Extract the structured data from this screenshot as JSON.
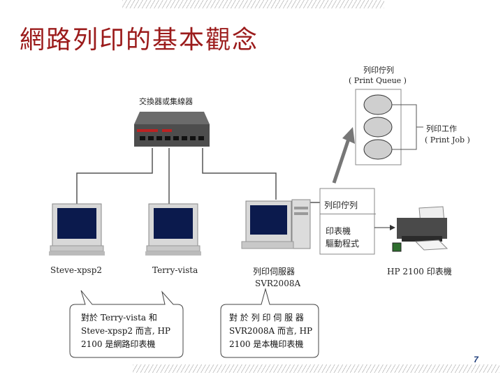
{
  "title": "網路列印的基本觀念",
  "switch_label": "交換器或集線器",
  "queue": {
    "label_zh": "列印佇列",
    "label_en": "( Print  Queue )"
  },
  "job": {
    "label_zh": "列印工作",
    "label_en": "( Print Job )"
  },
  "server_box": {
    "queue": "列印佇列",
    "driver_line1": "印表機",
    "driver_line2": "驅動程式"
  },
  "clients": [
    {
      "name": "Steve-xpsp2"
    },
    {
      "name": "Terry-vista"
    }
  ],
  "server": {
    "role": "列印伺服器",
    "name": "SVR2008A"
  },
  "printer_label": "HP  2100  印表機",
  "callout_left": {
    "line1": "對於  Terry-vista  和",
    "line2": "Steve-xpsp2  而言, HP",
    "line3": "2100  是網路印表機"
  },
  "callout_right": {
    "line1": "對 於  列 印 伺 服 器",
    "line2": "SVR2008A 而言, HP",
    "line3": "2100  是本機印表機"
  },
  "page_number": "7"
}
